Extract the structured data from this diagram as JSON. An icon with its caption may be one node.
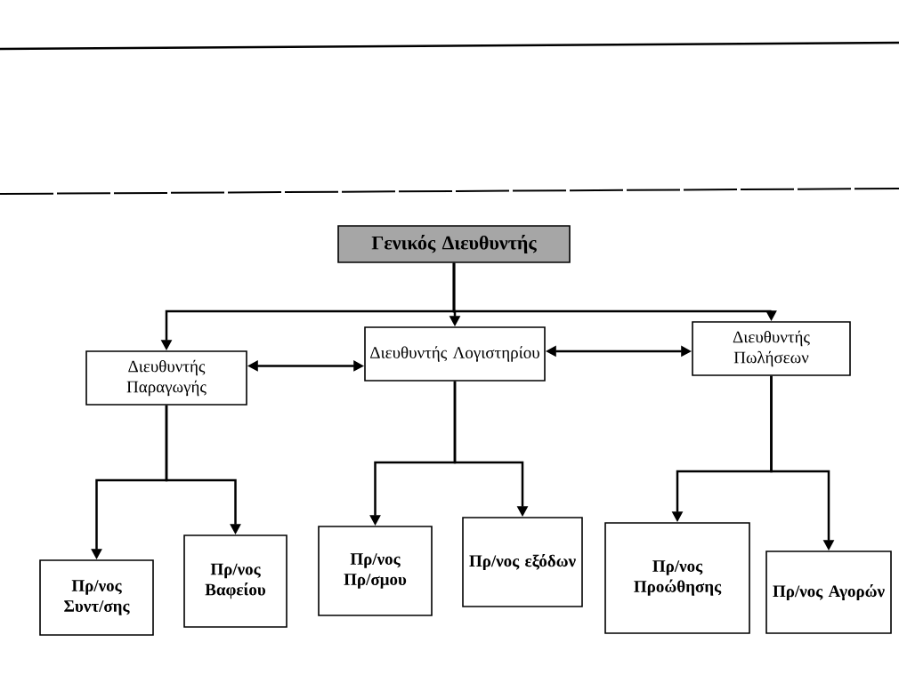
{
  "diagram": {
    "nodes": [
      {
        "text": [
          "Γενικός Διευθυντής"
        ]
      },
      {
        "text": [
          "Διευθυντής Παραγωγής"
        ]
      },
      {
        "text": [
          "Διευθυντής Λογιστηρίου"
        ]
      },
      {
        "text": [
          "Διευθυντής Πωλήσεων"
        ]
      },
      {
        "text": [
          "Πρ/νος Συντ/σης"
        ]
      },
      {
        "text": [
          "Πρ/νος Βαφείου"
        ]
      },
      {
        "text": [
          "Πρ/νος Πρ/σμου"
        ]
      },
      {
        "text": [
          "Πρ/νος εξόδων"
        ]
      },
      {
        "text": [
          "Πρ/νος Προώθησης"
        ]
      },
      {
        "text": [
          "Πρ/νος Αγορών"
        ]
      }
    ],
    "edges": [
      {
        "from": 0,
        "to": 1,
        "arrow": "to"
      },
      {
        "from": 0,
        "to": 2,
        "arrow": "to"
      },
      {
        "from": 0,
        "to": 3,
        "arrow": "to"
      },
      {
        "from": 1,
        "to": 2,
        "arrow": "both"
      },
      {
        "from": 2,
        "to": 3,
        "arrow": "both"
      },
      {
        "from": 1,
        "to": 4,
        "arrow": "to"
      },
      {
        "from": 1,
        "to": 5,
        "arrow": "to"
      },
      {
        "from": 2,
        "to": 6,
        "arrow": "to"
      },
      {
        "from": 2,
        "to": 7,
        "arrow": "to"
      },
      {
        "from": 3,
        "to": 8,
        "arrow": "to"
      },
      {
        "from": 3,
        "to": 9,
        "arrow": "to"
      }
    ]
  }
}
